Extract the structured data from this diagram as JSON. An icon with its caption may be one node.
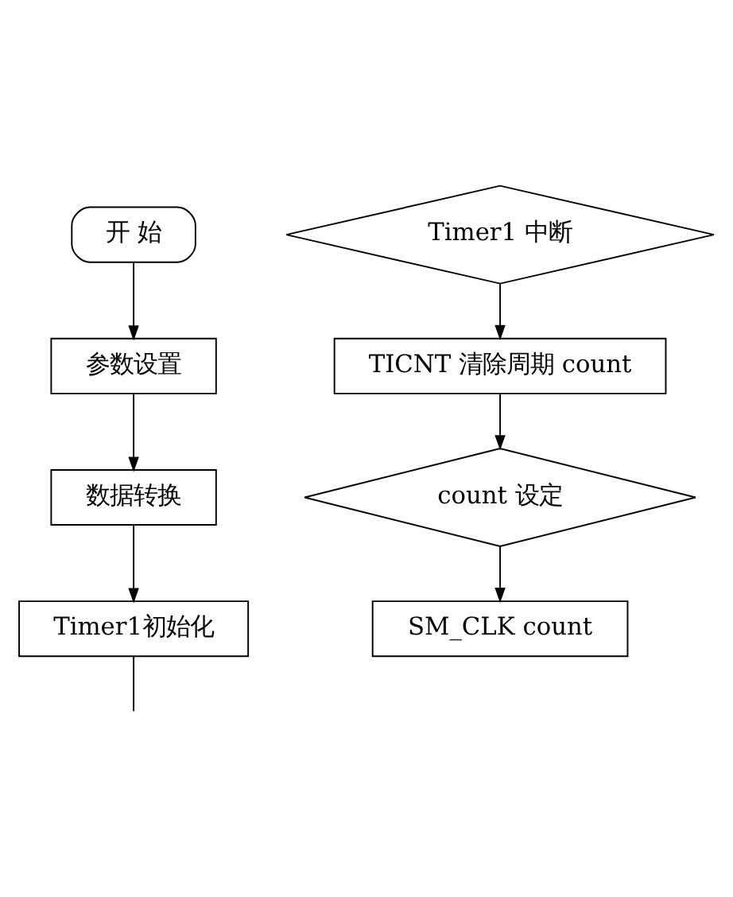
{
  "diagram": {
    "nodes": [
      {
        "text": [
          "开 始"
        ]
      },
      {
        "text": [
          "参数设置"
        ]
      },
      {
        "text": [
          "数据转换"
        ]
      },
      {
        "text": [
          "Timer1初始化"
        ]
      },
      {
        "text": [
          "Timer1 中断"
        ]
      },
      {
        "text": [
          "TICNT 清除周期 count"
        ]
      },
      {
        "text": [
          "count 设定"
        ]
      },
      {
        "text": [
          "SM_CLK count"
        ]
      }
    ],
    "edges": [
      {
        "from": 0,
        "to": 1,
        "arrow": "to"
      },
      {
        "from": 1,
        "to": 2,
        "arrow": "to"
      },
      {
        "from": 2,
        "to": 3,
        "arrow": "to"
      },
      {
        "from": 3,
        "to": null,
        "arrow": "none"
      },
      {
        "from": 4,
        "to": 5,
        "arrow": "to"
      },
      {
        "from": 5,
        "to": 6,
        "arrow": "to"
      },
      {
        "from": 6,
        "to": 7,
        "arrow": "to"
      }
    ]
  }
}
